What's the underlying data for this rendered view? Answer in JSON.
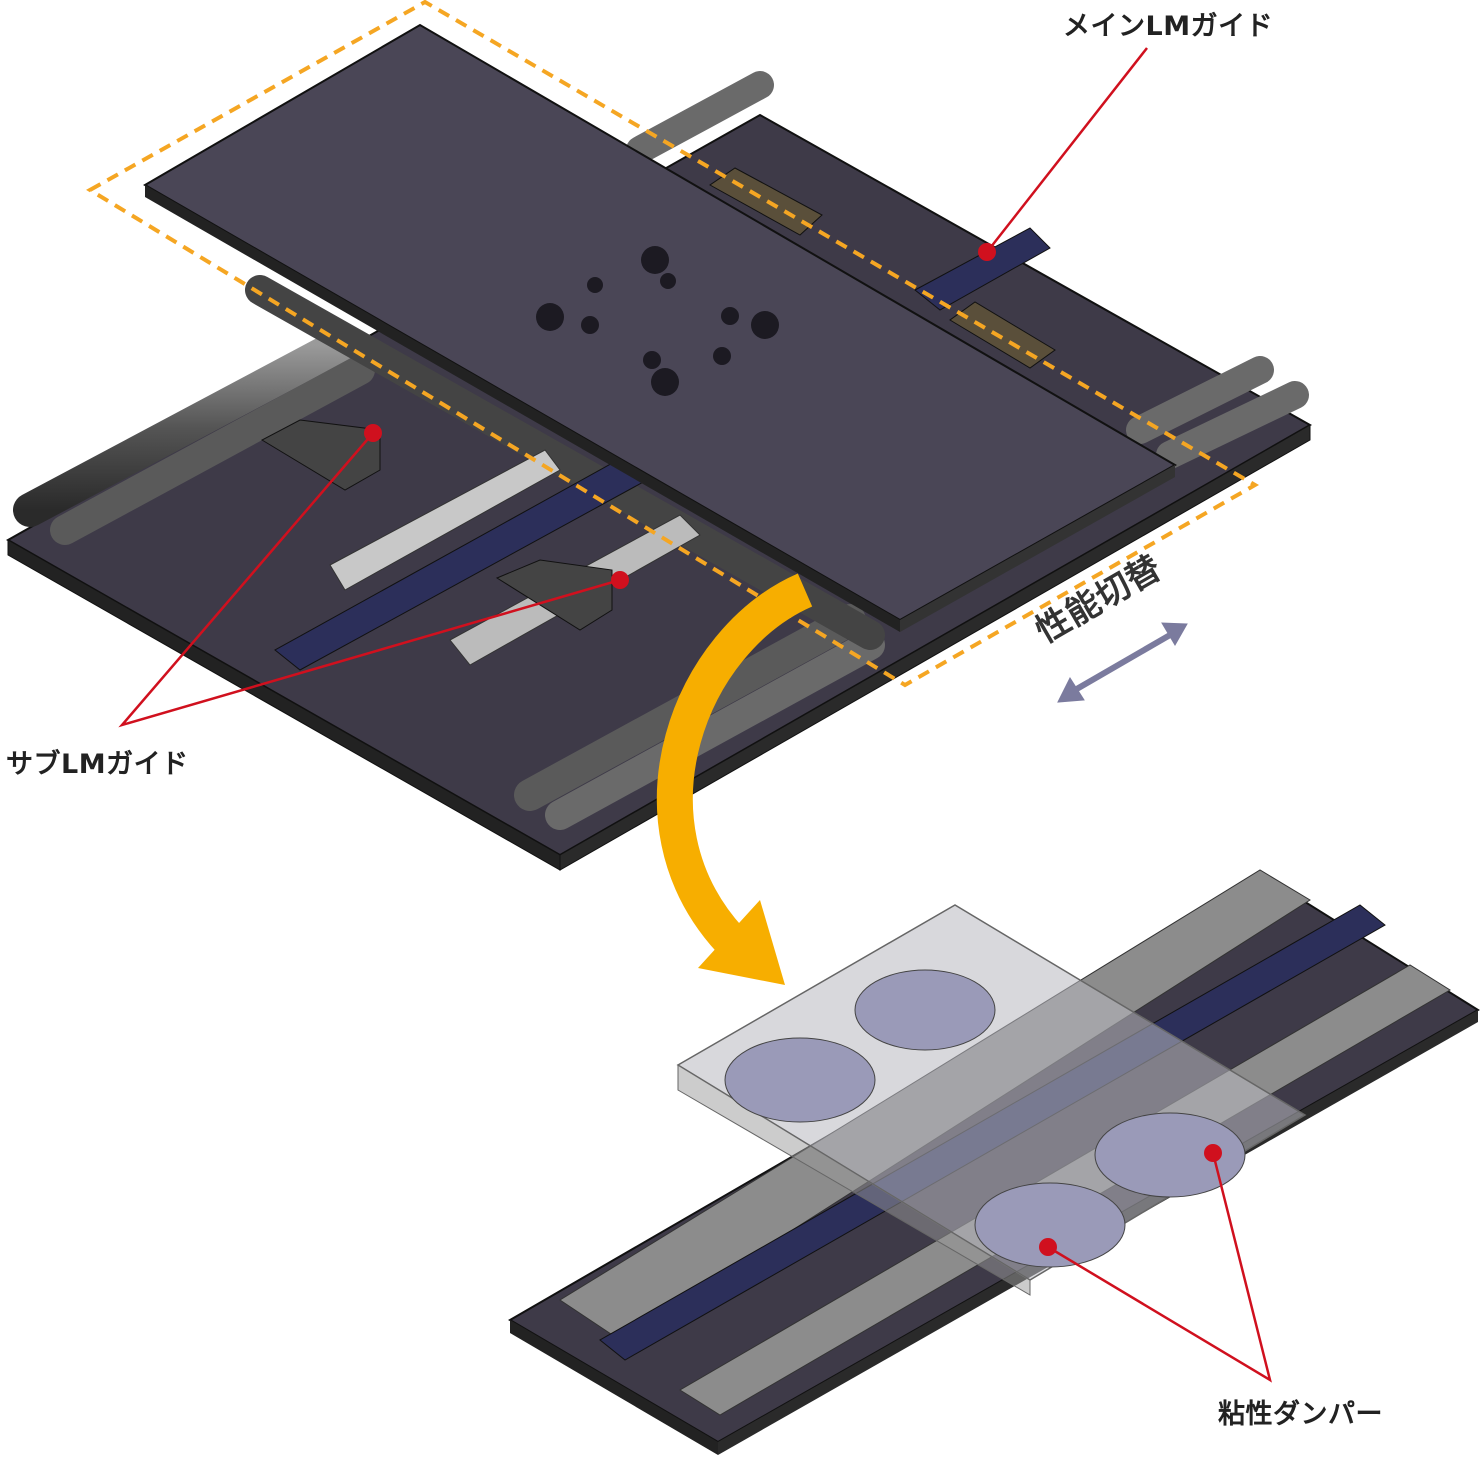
{
  "labels": {
    "main_lm_guide": "メインLMガイド",
    "sub_lm_guide": "サブLMガイド",
    "performance_switch": "性能切替",
    "viscous_damper": "粘性ダンパー"
  },
  "colors": {
    "outline_dash": "#f5a623",
    "switch_arrow": "#f7ae00",
    "callout_line": "#d0101e",
    "double_arrow": "#7b7b9e",
    "plate": "#4a4656",
    "rail": "#2c2f5a"
  },
  "icons": [
    "curved-arrow-icon",
    "double-arrow-icon"
  ]
}
